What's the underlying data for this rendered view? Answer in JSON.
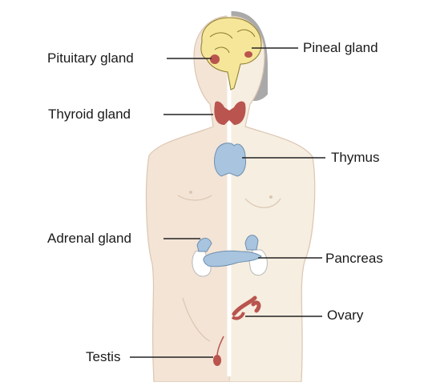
{
  "labels": {
    "pituitary": "Pituitary gland",
    "thyroid": "Thyroid gland",
    "adrenal": "Adrenal gland",
    "testis": "Testis",
    "pineal": "Pineal gland",
    "thymus": "Thymus",
    "pancreas": "Pancreas",
    "ovary": "Ovary"
  },
  "colors": {
    "skin_left": "#f3e4d6",
    "skin_right": "#f6eee0",
    "hair": "#a9a9a9",
    "brain": "#f6e69a",
    "gland_red": "#b9544e",
    "gland_blue": "#a8c4de",
    "kidney": "#ffffff",
    "outline": "#d8c2ad",
    "leader": "#222222"
  }
}
